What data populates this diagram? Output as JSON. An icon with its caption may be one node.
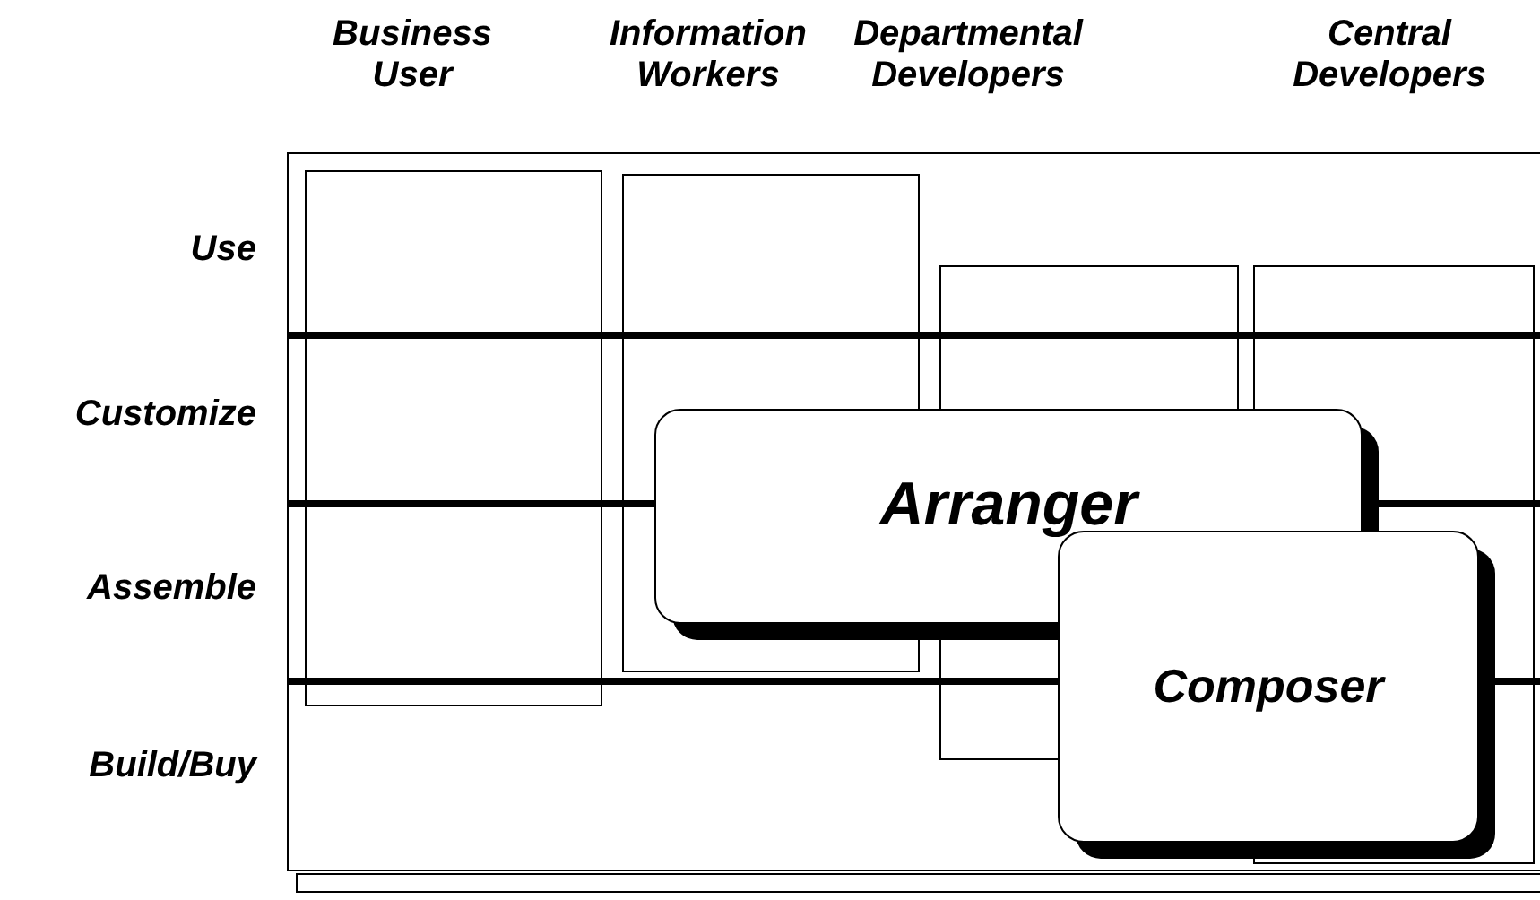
{
  "diagram": {
    "nodes": [
      {
        "text": [
          "Arranger"
        ]
      },
      {
        "text": [
          "Composer"
        ]
      }
    ],
    "labels": [
      "Business User",
      "Information Workers",
      "Departmental Developers",
      "Central Developers",
      "Use",
      "Customize",
      "Assemble",
      "Build/Buy"
    ]
  }
}
